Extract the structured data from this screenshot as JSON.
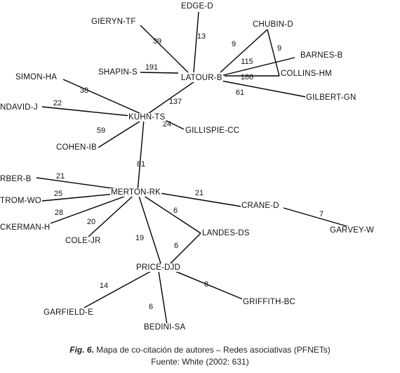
{
  "nodes": [
    {
      "id": "edge-d",
      "label": "EDGE-D"
    },
    {
      "id": "gieryn-tf",
      "label": "GIERYN-TF"
    },
    {
      "id": "chubin-d",
      "label": "CHUBIN-D"
    },
    {
      "id": "barnes-b",
      "label": "BARNES-B"
    },
    {
      "id": "shapin-s",
      "label": "SHAPIN-S"
    },
    {
      "id": "latour-b",
      "label": "LATOUR-B"
    },
    {
      "id": "collins-hm",
      "label": "COLLINS-HM"
    },
    {
      "id": "gilbert-gn",
      "label": "GILBERT-GN"
    },
    {
      "id": "simon-ha",
      "label": "SIMON-HA"
    },
    {
      "id": "bendavid-j",
      "label": "NDAVID-J"
    },
    {
      "id": "kuhn-ts",
      "label": "KUHN-TS"
    },
    {
      "id": "gillispie-cc",
      "label": "GILLISPIE-CC"
    },
    {
      "id": "cohen-ib",
      "label": "COHEN-IB"
    },
    {
      "id": "barber-b",
      "label": "RBER-B"
    },
    {
      "id": "hagstrom-wo",
      "label": "TROM-WO"
    },
    {
      "id": "zuckerman-h",
      "label": "CKERMAN-H"
    },
    {
      "id": "merton-rk",
      "label": "MERTON-RK"
    },
    {
      "id": "crane-d",
      "label": "CRANE-D"
    },
    {
      "id": "garvey-w",
      "label": "GARVEY-W"
    },
    {
      "id": "cole-jr",
      "label": "COLE-JR"
    },
    {
      "id": "landes-ds",
      "label": "LANDES-DS"
    },
    {
      "id": "price-djd",
      "label": "PRICE-DJD"
    },
    {
      "id": "griffith-bc",
      "label": "GRIFFITH-BC"
    },
    {
      "id": "garfield-e",
      "label": "GARFIELD-E"
    },
    {
      "id": "bedini-sa",
      "label": "BEDINI-SA"
    }
  ],
  "edges": [
    {
      "source": "latour-b",
      "target": "edge-d",
      "weight": "13"
    },
    {
      "source": "latour-b",
      "target": "gieryn-tf",
      "weight": "39"
    },
    {
      "source": "latour-b",
      "target": "chubin-d",
      "weight": "9"
    },
    {
      "source": "chubin-d",
      "target": "collins-hm",
      "weight": "9"
    },
    {
      "source": "latour-b",
      "target": "barnes-b",
      "weight": "115"
    },
    {
      "source": "latour-b",
      "target": "shapin-s",
      "weight": "191"
    },
    {
      "source": "latour-b",
      "target": "collins-hm",
      "weight": "186"
    },
    {
      "source": "latour-b",
      "target": "gilbert-gn",
      "weight": "61"
    },
    {
      "source": "kuhn-ts",
      "target": "latour-b",
      "weight": "137"
    },
    {
      "source": "kuhn-ts",
      "target": "simon-ha",
      "weight": "38"
    },
    {
      "source": "kuhn-ts",
      "target": "bendavid-j",
      "weight": "22"
    },
    {
      "source": "kuhn-ts",
      "target": "gillispie-cc",
      "weight": "24"
    },
    {
      "source": "kuhn-ts",
      "target": "cohen-ib",
      "weight": "59"
    },
    {
      "source": "kuhn-ts",
      "target": "merton-rk",
      "weight": "81"
    },
    {
      "source": "merton-rk",
      "target": "barber-b",
      "weight": "21"
    },
    {
      "source": "merton-rk",
      "target": "hagstrom-wo",
      "weight": "25"
    },
    {
      "source": "merton-rk",
      "target": "zuckerman-h",
      "weight": "28"
    },
    {
      "source": "merton-rk",
      "target": "cole-jr",
      "weight": "20"
    },
    {
      "source": "merton-rk",
      "target": "crane-d",
      "weight": "21"
    },
    {
      "source": "crane-d",
      "target": "garvey-w",
      "weight": "7"
    },
    {
      "source": "merton-rk",
      "target": "landes-ds",
      "weight": "6"
    },
    {
      "source": "landes-ds",
      "target": "price-djd",
      "weight": "6"
    },
    {
      "source": "merton-rk",
      "target": "price-djd",
      "weight": "19"
    },
    {
      "source": "price-djd",
      "target": "garfield-e",
      "weight": "14"
    },
    {
      "source": "price-djd",
      "target": "griffith-bc",
      "weight": "8"
    },
    {
      "source": "price-djd",
      "target": "bedini-sa",
      "weight": "6"
    }
  ],
  "caption": {
    "fig_label": "Fig. 6.",
    "title": " Mapa de co-citación de autores – Redes asociativas (PFNETs)",
    "source": "Fuente: White (2002: 631)"
  }
}
